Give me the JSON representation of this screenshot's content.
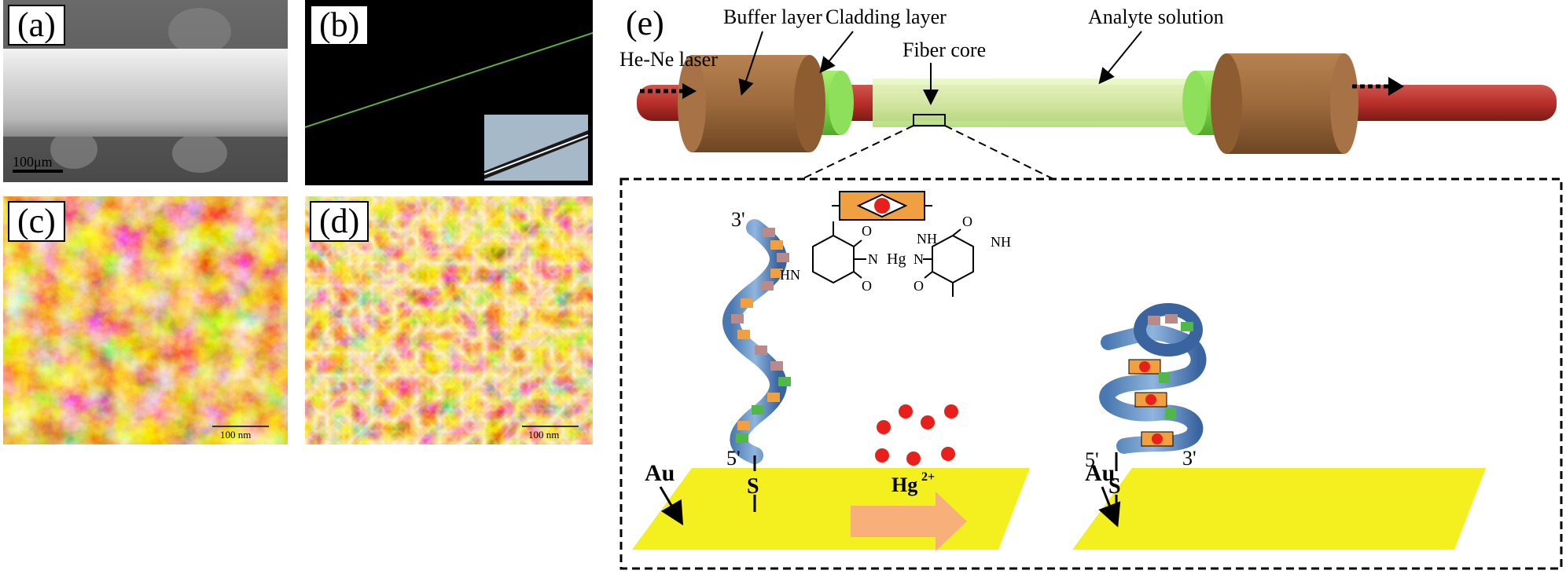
{
  "panels": {
    "a": {
      "label": "(a)",
      "scale": "100μm"
    },
    "b": {
      "label": "(b)"
    },
    "c": {
      "label": "(c)",
      "scale": "100 nm"
    },
    "d": {
      "label": "(d)",
      "scale": "100 nm"
    },
    "e": {
      "label": "(e)",
      "labels": {
        "buffer": "Buffer layer",
        "cladding": "Cladding layer",
        "analyte": "Analyte solution",
        "laser": "He-Ne laser",
        "core": "Fiber core"
      },
      "dna": {
        "three_prime": "3'",
        "five_prime": "5'",
        "sulfur": "S",
        "gold": "Au",
        "hg_ion": "Hg",
        "hg_charge": "2+",
        "five_prime_right": "5'",
        "three_prime_right": "3'",
        "sulfur_right": "S",
        "gold_right": "Au"
      },
      "chemistry": {
        "nh_top": "NH",
        "hn_bottom": "HN",
        "hg": "Hg",
        "n_left": "N",
        "n_right": "N",
        "o1": "O",
        "o2": "O",
        "o3": "O",
        "o4": "O"
      }
    }
  },
  "colors": {
    "buffer": "#9c6a3c",
    "cladding": "#7fd94a",
    "core": "#d5f0a8",
    "fiber_red": "#b8302a",
    "gold_plate": "#f4ef1e",
    "arrow_orange": "#f7b07a",
    "hg_dot": "#e8201c"
  }
}
